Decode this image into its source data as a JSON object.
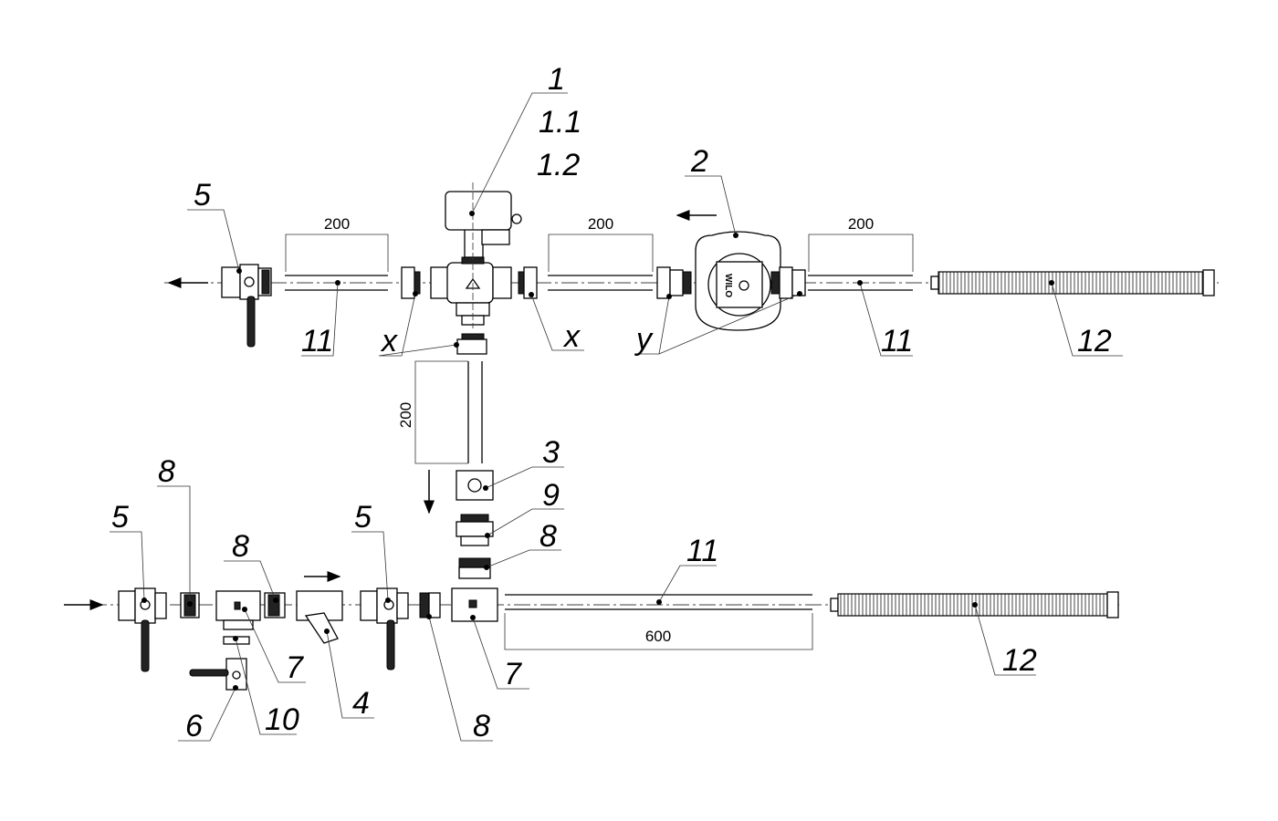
{
  "diagram": {
    "part_labels": {
      "p1": "1",
      "p1_1": "1.1",
      "p1_2": "1.2",
      "p2": "2",
      "p5_top": "5",
      "p11_top_left": "11",
      "x_left": "x",
      "x_right": "x",
      "y": "y",
      "p11_top_right": "11",
      "p12_top": "12",
      "p3": "3",
      "p9": "9",
      "p8_vert": "8",
      "p11_bottom": "11",
      "p12_bottom": "12",
      "p7_right": "7",
      "p8_bottom_right": "8",
      "p4": "4",
      "p10": "10",
      "p6": "6",
      "p7_left": "7",
      "p8_mid": "8",
      "p5_bl": "5",
      "p8_left": "8",
      "p5_bm": "5"
    },
    "dimensions": {
      "top_left": "200",
      "top_mid": "200",
      "top_right": "200",
      "vertical": "200",
      "bottom": "600"
    },
    "pump_brand": "WILO"
  }
}
